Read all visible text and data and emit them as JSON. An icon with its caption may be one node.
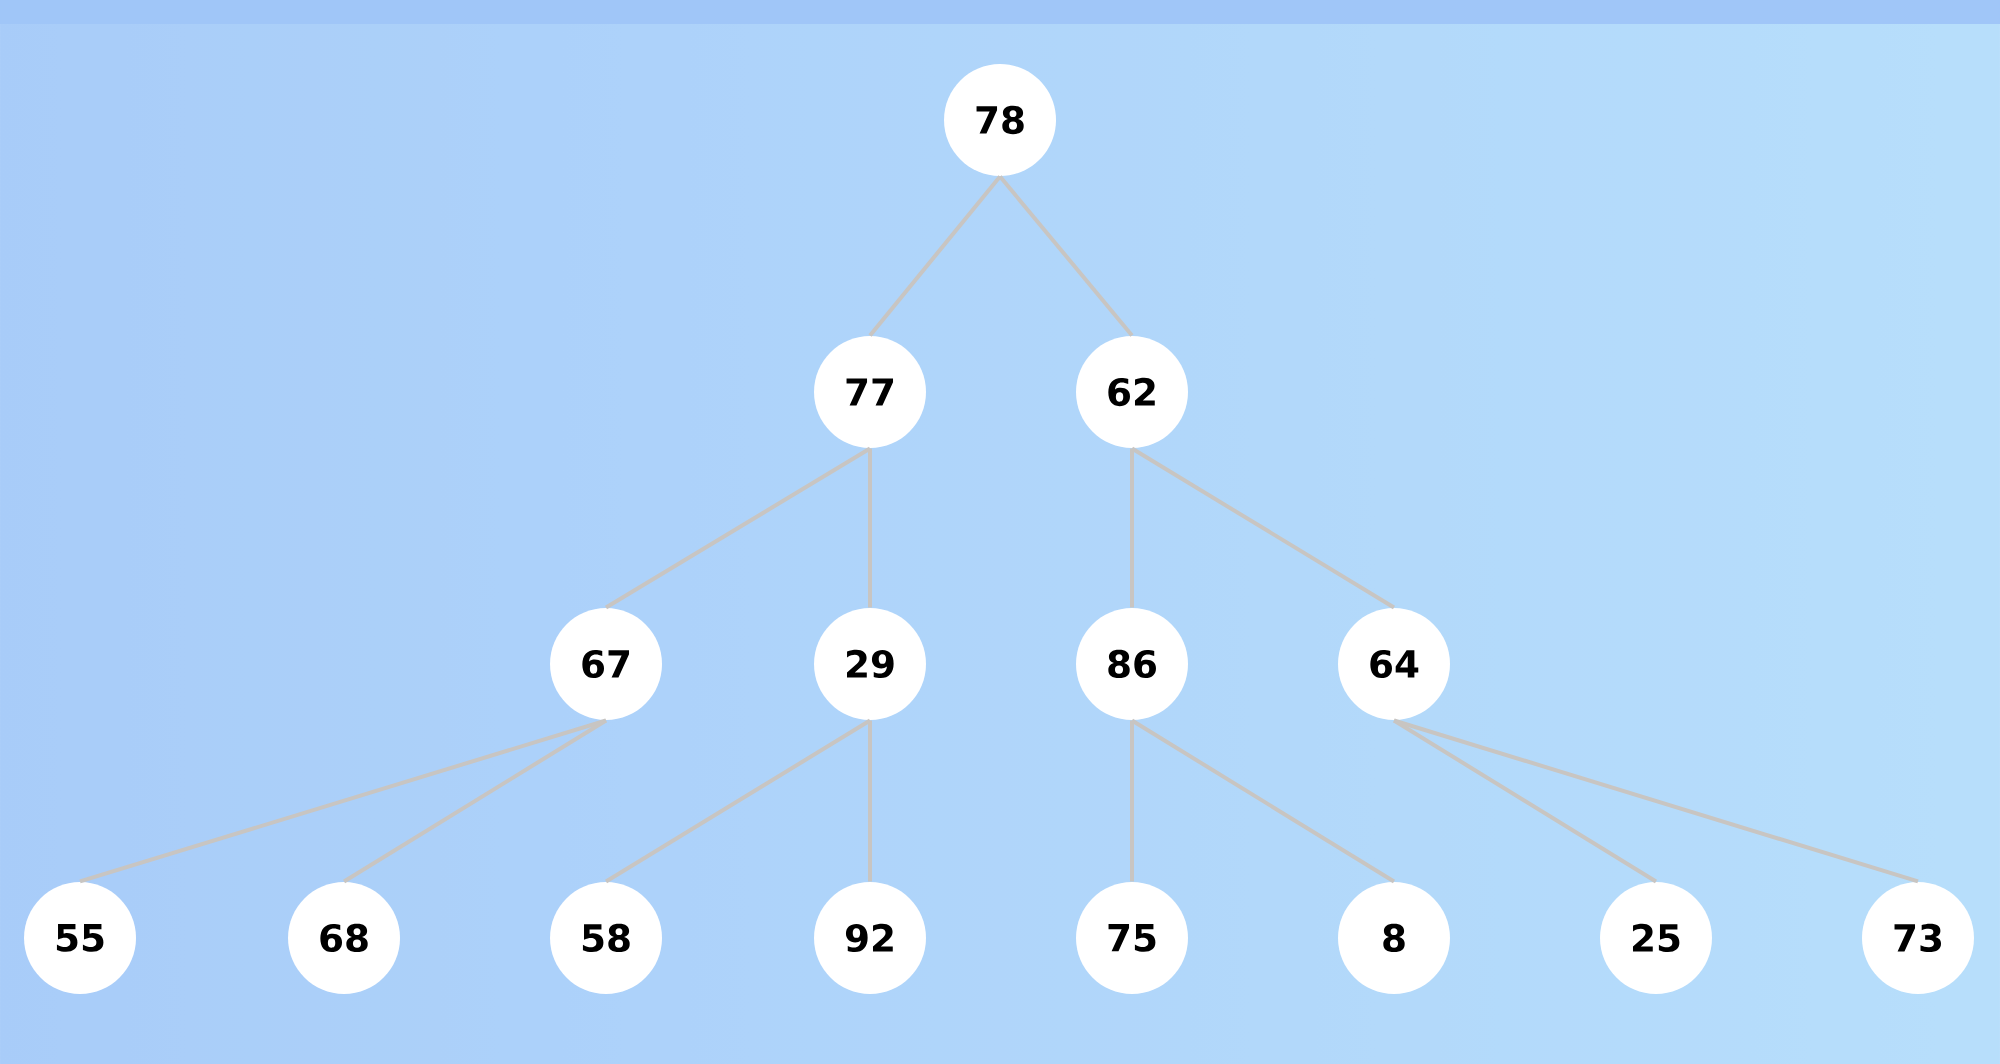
{
  "diagram": {
    "nodes": [
      {
        "text": [
          "78"
        ]
      },
      {
        "text": [
          "77"
        ]
      },
      {
        "text": [
          "62"
        ]
      },
      {
        "text": [
          "67"
        ]
      },
      {
        "text": [
          "29"
        ]
      },
      {
        "text": [
          "86"
        ]
      },
      {
        "text": [
          "64"
        ]
      },
      {
        "text": [
          "55"
        ]
      },
      {
        "text": [
          "68"
        ]
      },
      {
        "text": [
          "58"
        ]
      },
      {
        "text": [
          "92"
        ]
      },
      {
        "text": [
          "75"
        ]
      },
      {
        "text": [
          "8"
        ]
      },
      {
        "text": [
          "25"
        ]
      },
      {
        "text": [
          "73"
        ]
      }
    ],
    "edges": [
      {
        "from": 0,
        "to": 1,
        "arrow": "none"
      },
      {
        "from": 0,
        "to": 2,
        "arrow": "none"
      },
      {
        "from": 1,
        "to": 3,
        "arrow": "none"
      },
      {
        "from": 1,
        "to": 4,
        "arrow": "none"
      },
      {
        "from": 2,
        "to": 5,
        "arrow": "none"
      },
      {
        "from": 2,
        "to": 6,
        "arrow": "none"
      },
      {
        "from": 3,
        "to": 7,
        "arrow": "none"
      },
      {
        "from": 3,
        "to": 8,
        "arrow": "none"
      },
      {
        "from": 4,
        "to": 9,
        "arrow": "none"
      },
      {
        "from": 4,
        "to": 10,
        "arrow": "none"
      },
      {
        "from": 5,
        "to": 11,
        "arrow": "none"
      },
      {
        "from": 5,
        "to": 12,
        "arrow": "none"
      },
      {
        "from": 6,
        "to": 13,
        "arrow": "none"
      },
      {
        "from": 6,
        "to": 14,
        "arrow": "none"
      }
    ]
  }
}
